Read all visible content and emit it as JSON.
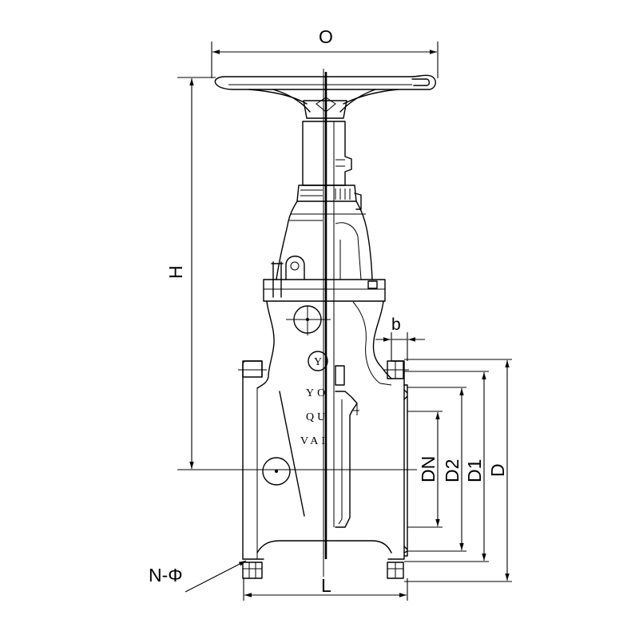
{
  "dimension_labels": {
    "overall_width": "O",
    "height": "H",
    "flange_thickness": "b",
    "nominal_diameter": "DN",
    "raised_face_diameter": "D2",
    "bolt_circle_diameter": "D1",
    "flange_diameter": "D",
    "bolt_holes": "N-Φ",
    "length": "L"
  },
  "body_marking": {
    "logo": "Y",
    "line1": "YO",
    "line2": "QU",
    "line3": "VAI"
  }
}
